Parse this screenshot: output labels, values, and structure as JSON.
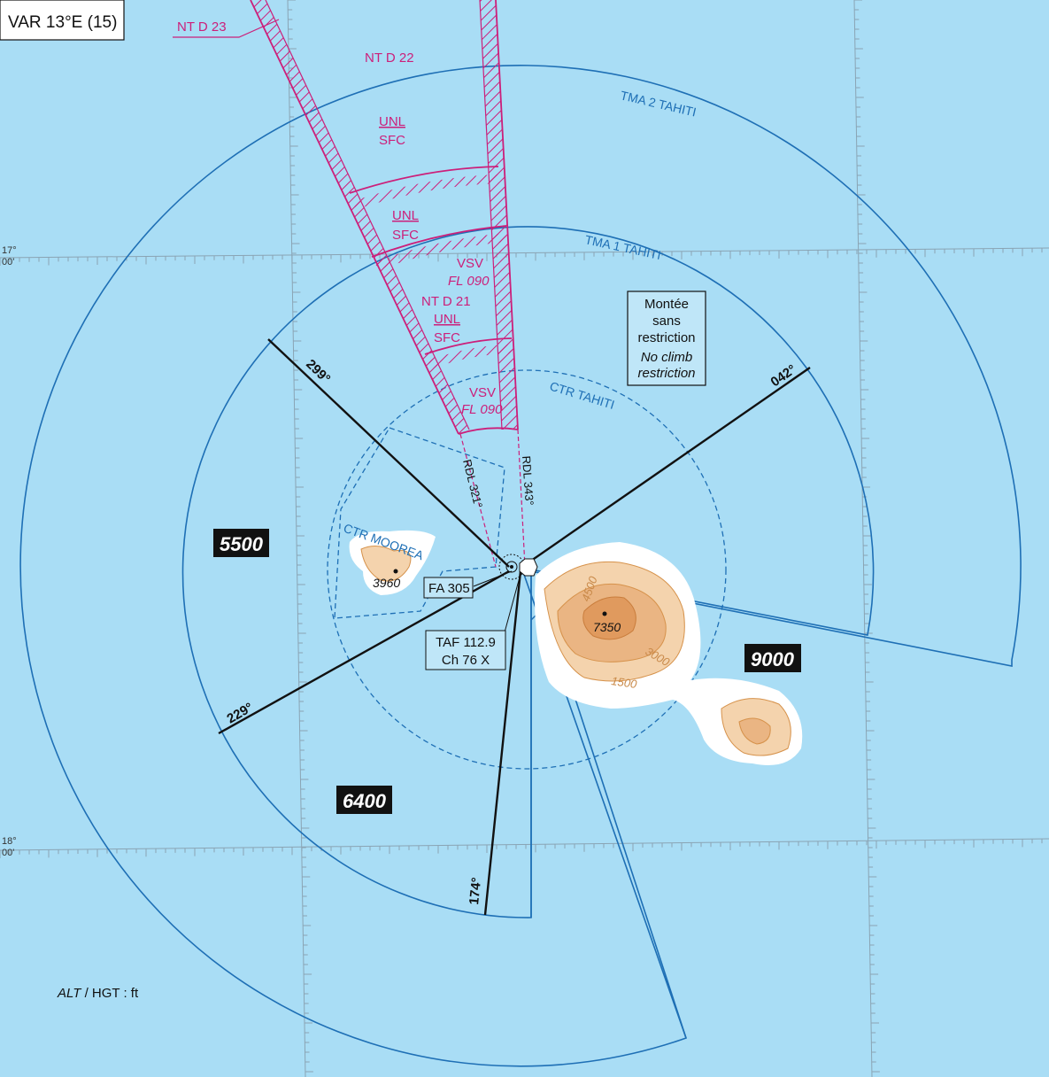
{
  "header": {
    "variation": "VAR 13°E (15)"
  },
  "grid": {
    "lat_17": "17°",
    "lat_17_min": "00'",
    "lat_18": "18°",
    "lat_18_min": "00'"
  },
  "areas": {
    "nt_d23": "NT D 23",
    "nt_d22": "NT  D 22",
    "nt_d22_upper": "UNL",
    "nt_d22_lower": "SFC",
    "band_upper": "UNL",
    "band_lower": "SFC",
    "vsv_1": "VSV",
    "fl_1": "FL 090",
    "nt_d21": "NT D 21",
    "nt_d21_upper": "UNL",
    "nt_d21_lower": "SFC",
    "vsv_2": "VSV",
    "fl_2": "FL 090",
    "tma2": "TMA 2 TAHITI",
    "tma1": "TMA 1 TAHITI",
    "ctr_tahiti": "CTR TAHITI",
    "ctr_moorea": "CTR MOOREA"
  },
  "radials": {
    "rdl_321": "RDL 321°",
    "rdl_343": "RDL 343°"
  },
  "bearings": {
    "b299": "299°",
    "b042": "042°",
    "b229": "229°",
    "b174": "174°"
  },
  "msa": {
    "nw": "5500",
    "sw": "6400",
    "east": "9000"
  },
  "notes": {
    "climb_fr_1": "Montée",
    "climb_fr_2": "sans",
    "climb_fr_3": "restriction",
    "climb_en_1": "No climb",
    "climb_en_2": "restriction"
  },
  "facilities": {
    "fa": "FA 305",
    "taf_1": "TAF 112.9",
    "taf_2": "Ch 76 X"
  },
  "terrain": {
    "moorea_peak": "3960",
    "tahiti_peak": "7350",
    "contour_4500": "4500",
    "contour_3000": "3000",
    "contour_1500": "1500"
  },
  "legend": {
    "alt_part": "ALT",
    "hgt_part": " / HGT : ft"
  }
}
